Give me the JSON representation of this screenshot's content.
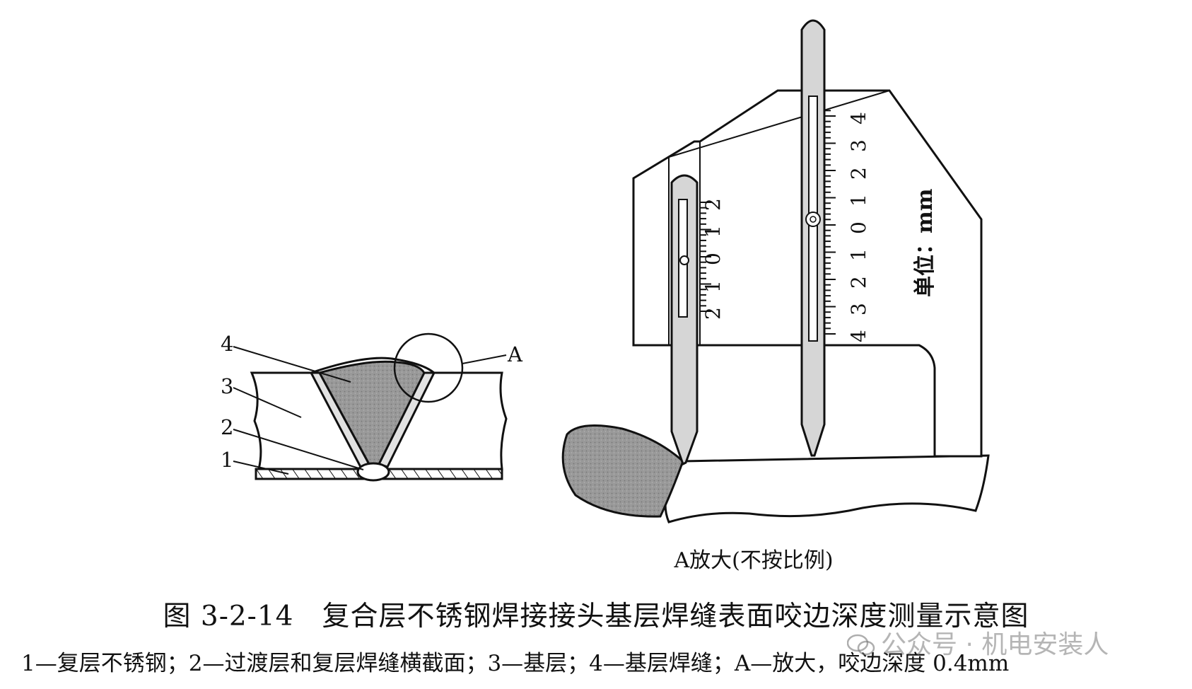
{
  "diagram": {
    "cross_section_labels": [
      "1",
      "2",
      "3",
      "4",
      "A"
    ],
    "gauge_scale_small": [
      "2",
      "1",
      "0",
      "1",
      "2"
    ],
    "gauge_scale_large": [
      "4",
      "3",
      "2",
      "1",
      "0",
      "1",
      "2",
      "3",
      "4"
    ],
    "unit_label": "单位：mm",
    "detail_caption": "A放大(不按比例)"
  },
  "caption": {
    "figure_title": "图 3-2-14　复合层不锈钢焊接接头基层焊缝表面咬边深度测量示意图",
    "legend": "1—复层不锈钢；2—过渡层和复层焊缝横截面；3—基层；4—基层焊缝；A—放大，咬边深度 0.4mm"
  },
  "watermark": "公众号 · 机电安装人",
  "colors": {
    "line": "#111111",
    "weld_fill": "#9a9a9a",
    "gauge_fill": "#d6d6d6",
    "background": "#ffffff"
  }
}
